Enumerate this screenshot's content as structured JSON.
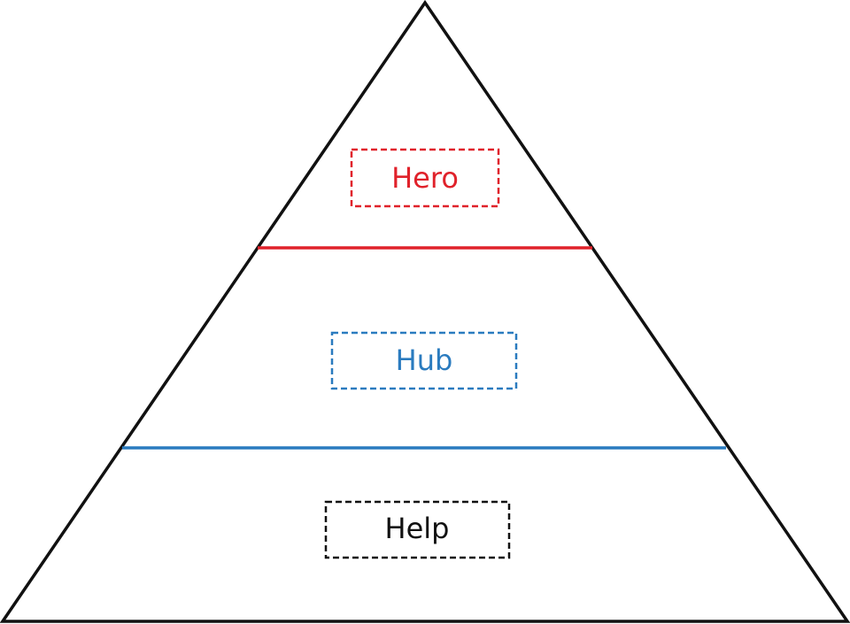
{
  "diagram": {
    "tiers": [
      {
        "label": "Hero",
        "color": "#e0222b"
      },
      {
        "label": "Hub",
        "color": "#2a7bbf"
      },
      {
        "label": "Help",
        "color": "#111111"
      }
    ],
    "outline_color": "#111111"
  }
}
